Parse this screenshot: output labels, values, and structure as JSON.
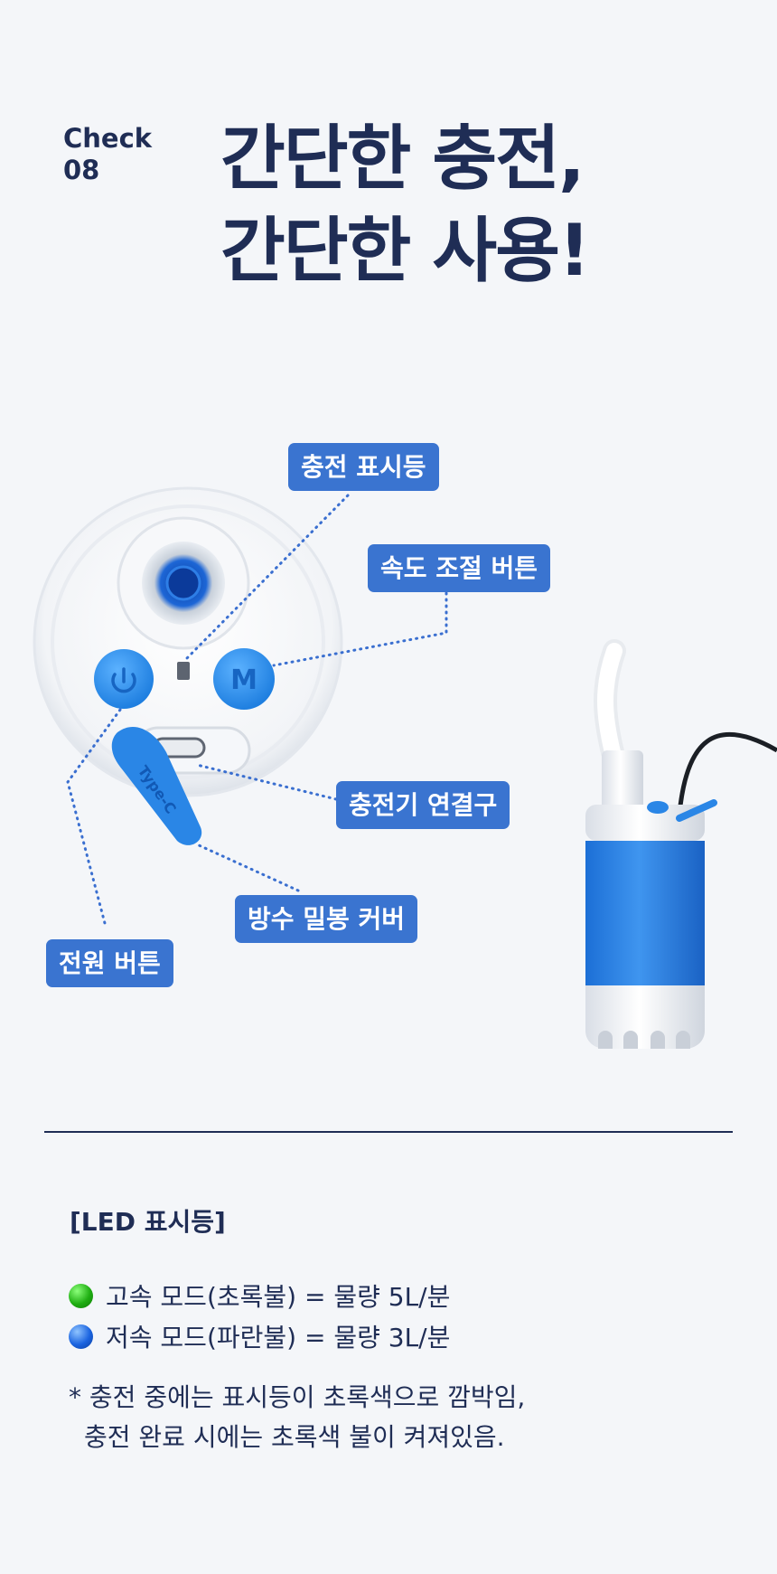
{
  "header": {
    "check_line1": "Check",
    "check_line2": "08",
    "title_line1": "간단한 충전,",
    "title_line2": "간단한 사용!"
  },
  "diagram": {
    "labels": {
      "charge_indicator": "충전 표시등",
      "speed_button": "속도 조절 버튼",
      "charger_port": "충전기 연결구",
      "waterproof_cover": "방수 밀봉 커버",
      "power_button": "전원 버튼"
    },
    "device_text": {
      "mode_button": "M",
      "cover_text": "Type-C"
    },
    "colors": {
      "label_bg": "#3a74d0",
      "accent_blue": "#2a86e6",
      "leader_line": "#3a6fd0"
    }
  },
  "led": {
    "title": "[LED 표시등]",
    "items": [
      {
        "color": "green",
        "text": "고속 모드(초록불) = 물량 5L/분"
      },
      {
        "color": "blue",
        "text": "저속 모드(파란불) = 물량 3L/분"
      }
    ],
    "note_line1": "* 충전 중에는 표시등이 초록색으로 깜박임,",
    "note_line2": "충전 완료 시에는 초록색 불이 켜져있음."
  }
}
